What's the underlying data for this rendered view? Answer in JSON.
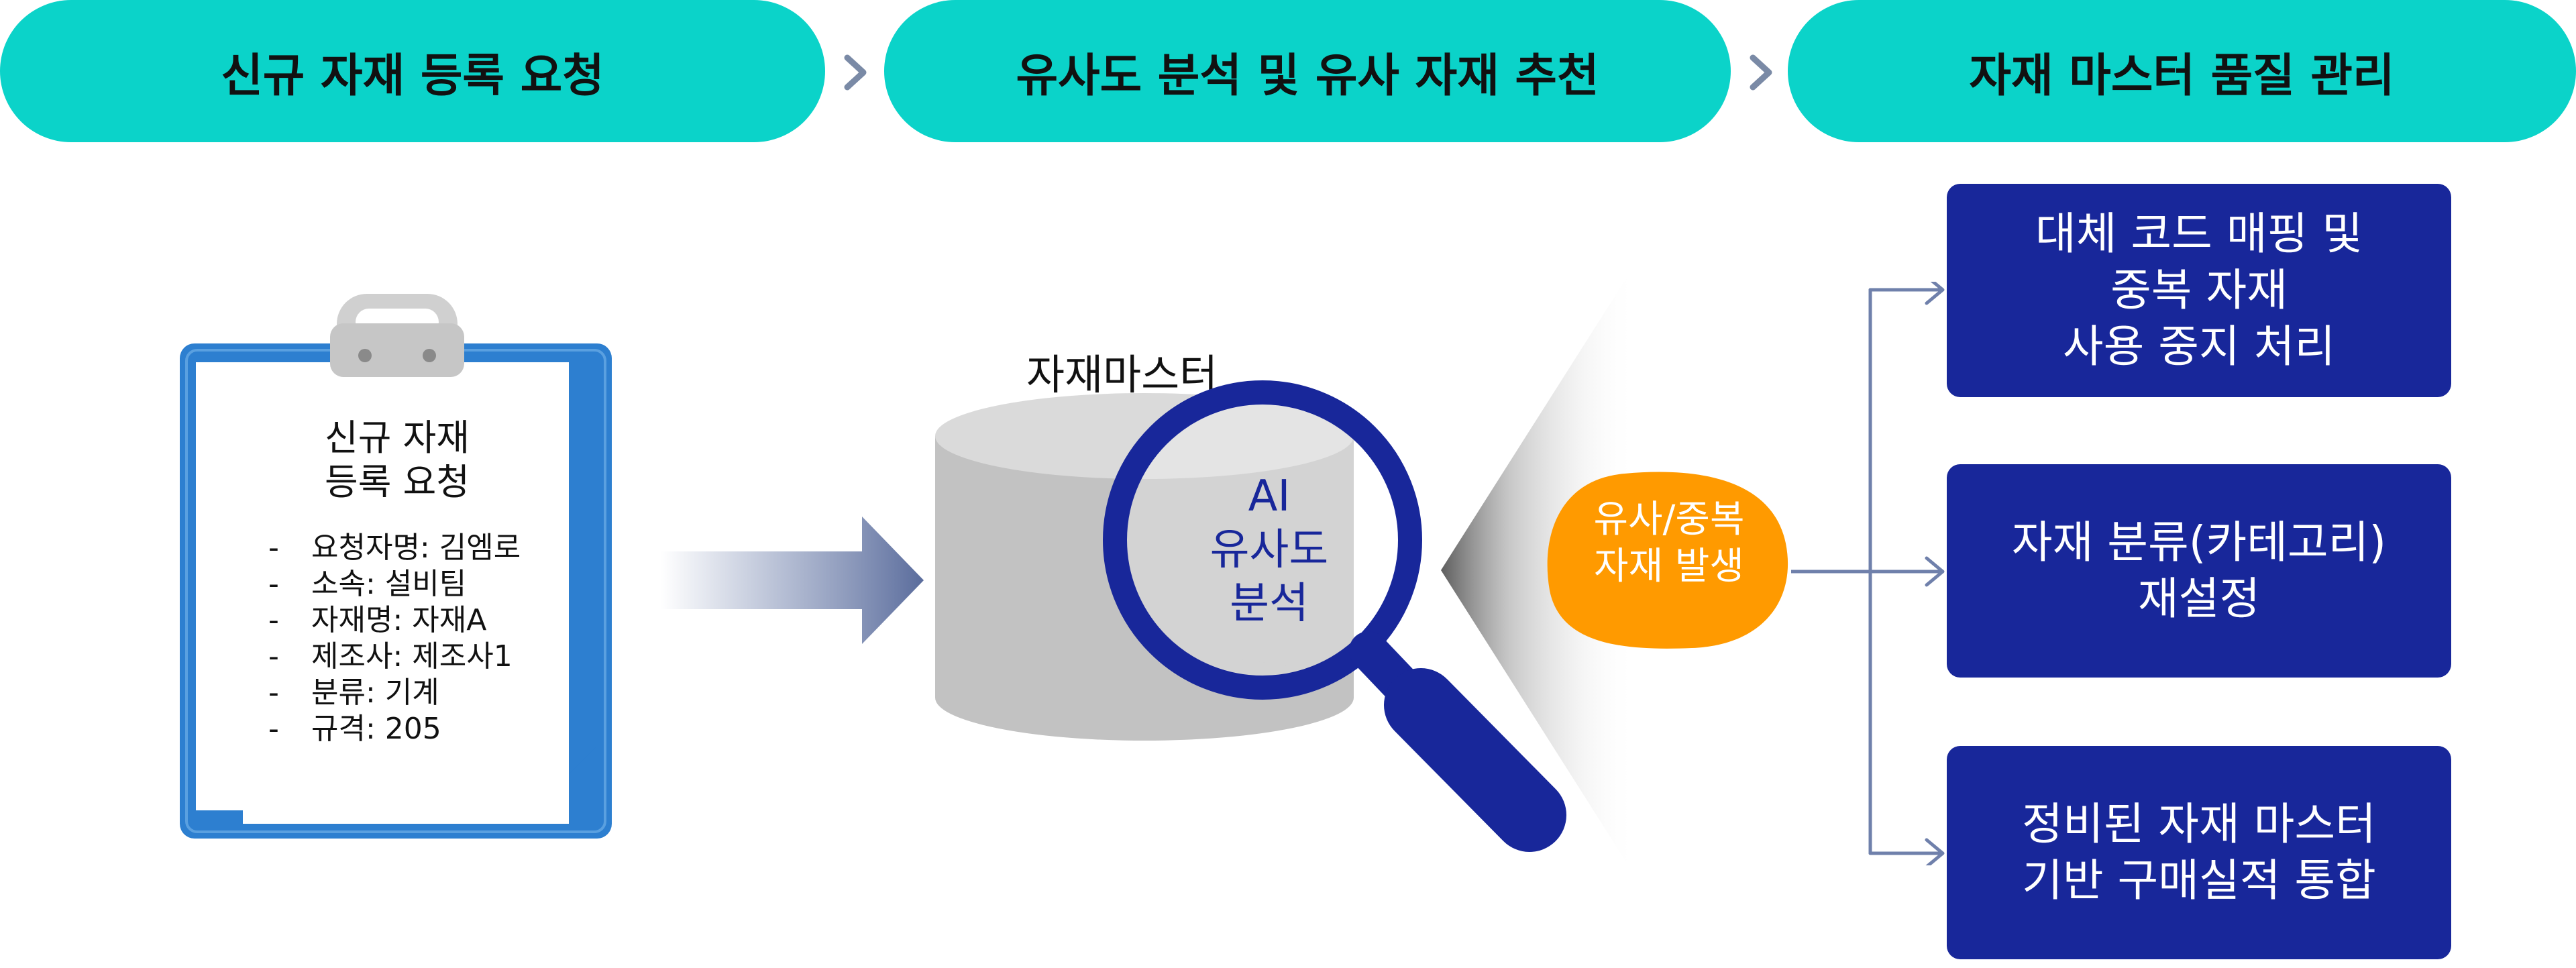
{
  "header": {
    "steps": [
      "신규 자재 등록 요청",
      "유사도 분석 및 유사 자재 추천",
      "자재 마스터 품질 관리"
    ]
  },
  "request": {
    "title_lines": [
      "신규 자재",
      "등록 요청"
    ],
    "items": [
      "요청자명: 김엠로",
      "소속: 설비팀",
      "자재명: 자재A",
      "제조사: 제조사1",
      "분류: 기계",
      "규격: 205"
    ]
  },
  "database": {
    "label": "자재마스터",
    "lens_lines": [
      "AI",
      "유사도",
      "분석"
    ]
  },
  "detection": {
    "lines": [
      "유사/중복",
      "자재 발생"
    ]
  },
  "actions": [
    {
      "lines": [
        "대체 코드 매핑 및",
        "중복 자재",
        "사용 중지 처리"
      ]
    },
    {
      "lines": [
        "자재 분류(카테고리)",
        "재설정"
      ]
    },
    {
      "lines": [
        "정비된 자재 마스터",
        "기반 구매실적 통합"
      ]
    }
  ],
  "colors": {
    "header_pill": "#0bd3c9",
    "action_box": "#18279a",
    "magnifier": "#18279a",
    "detection_blob": "#ff9a00",
    "clipboard": "#2d7fd0",
    "cylinder": "#c2c2c2"
  }
}
